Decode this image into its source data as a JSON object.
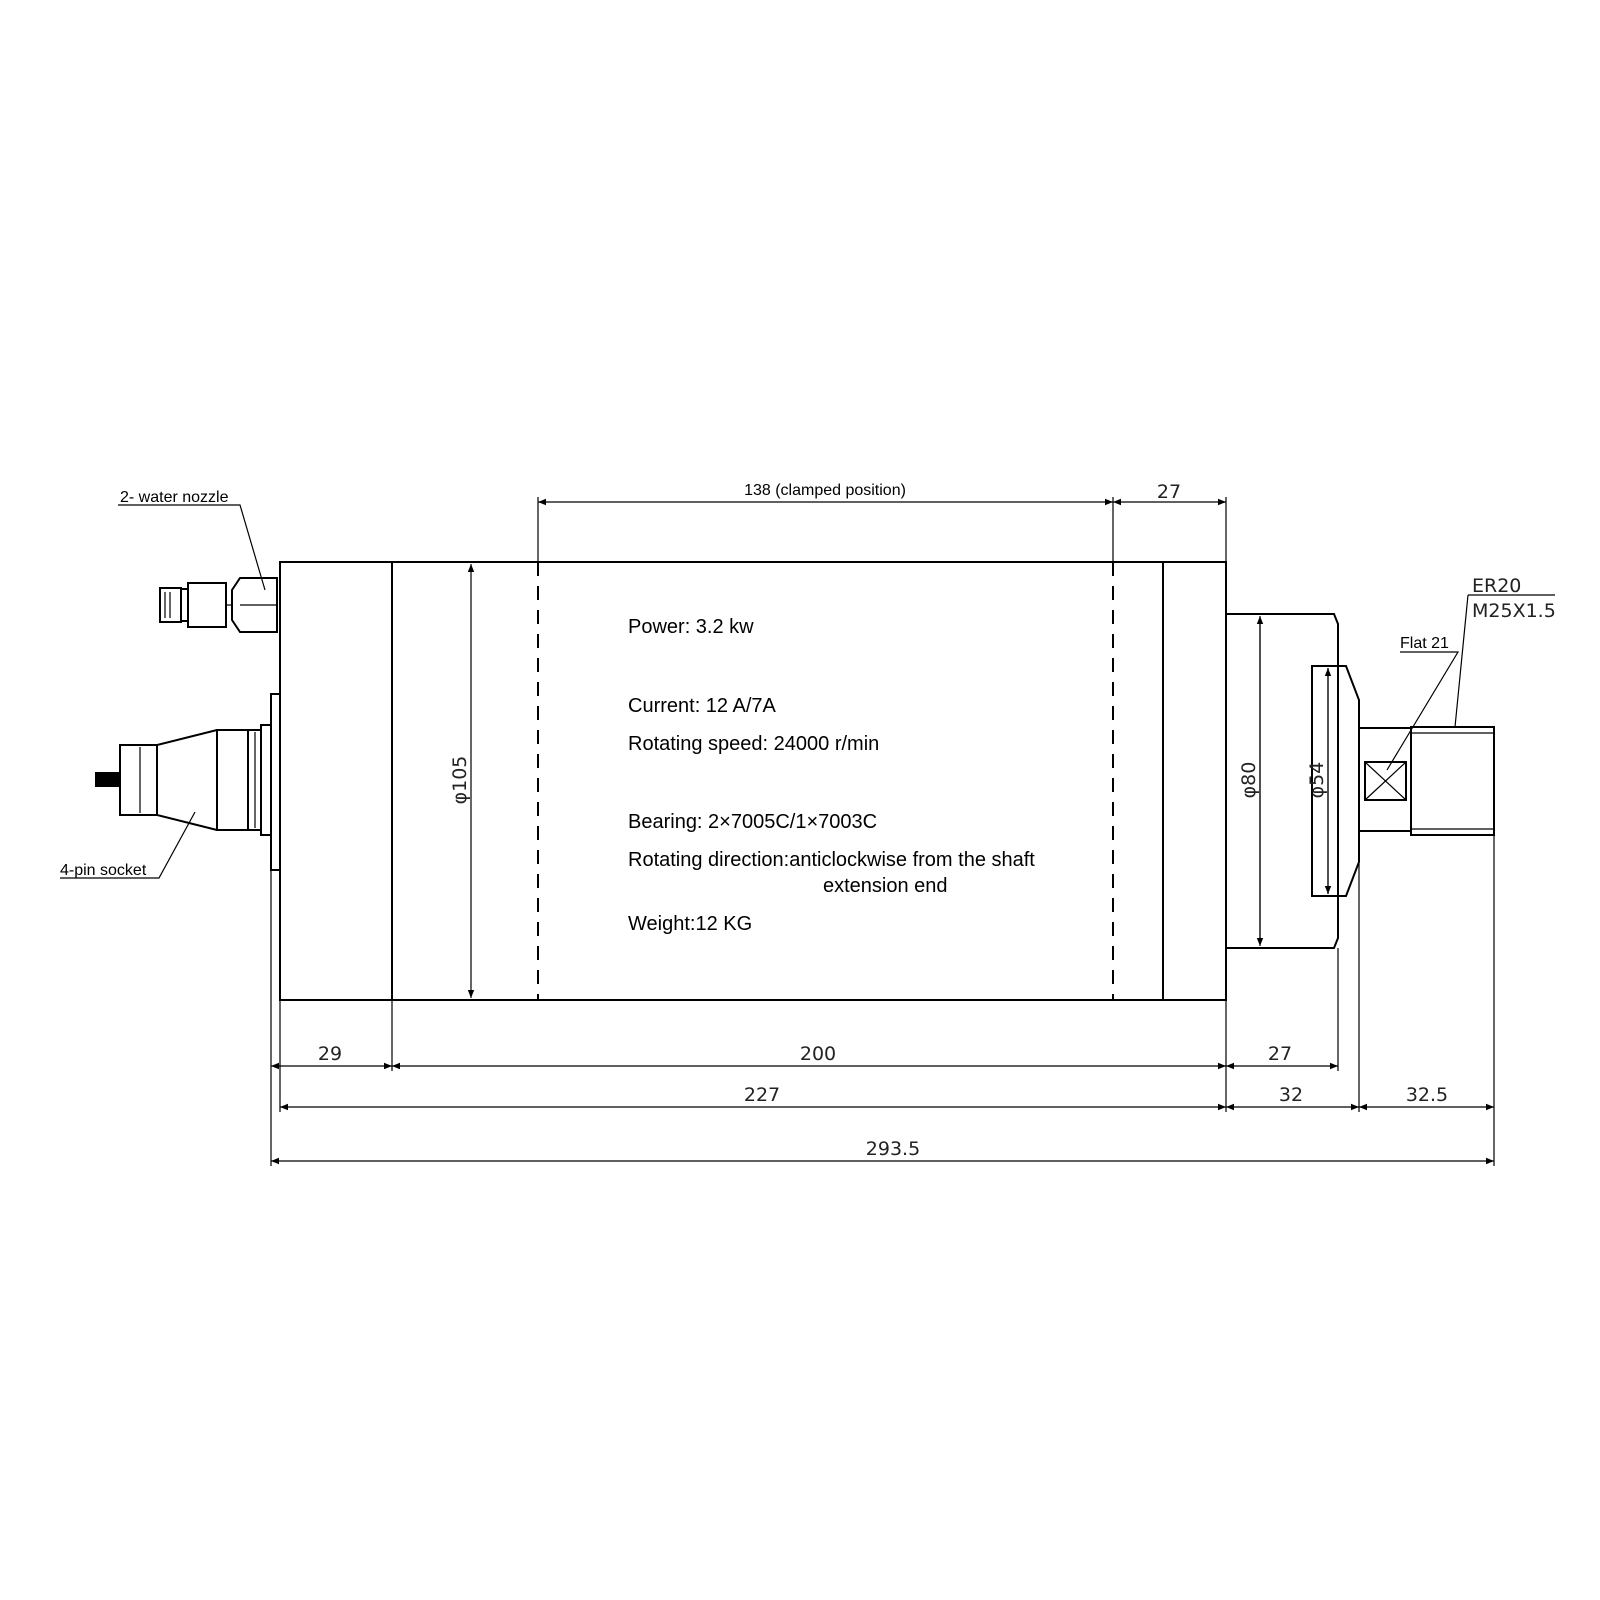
{
  "specs": {
    "power": "Power: 3.2 kw",
    "current": "Current: 12 A/7A",
    "speed": "Rotating speed: 24000 r/min",
    "bearing": "Bearing: 2×7005C/1×7003C",
    "direction_line1": "Rotating direction:anticlockwise from the shaft",
    "direction_line2": "extension end",
    "weight": "Weight:12 KG"
  },
  "labels": {
    "water_nozzle": "2- water nozzle",
    "socket": "4-pin socket",
    "flat": "Flat 21",
    "collet": "ER20",
    "thread": "M25X1.5"
  },
  "dimensions": {
    "clamped": "138 (clamped position)",
    "top_27": "27",
    "d_body": "φ105",
    "d_nose": "φ80",
    "d_shaft": "φ54",
    "d29": "29",
    "d200": "200",
    "d27": "27",
    "d227": "227",
    "d32": "32",
    "d32_5": "32.5",
    "d293_5": "293.5"
  }
}
